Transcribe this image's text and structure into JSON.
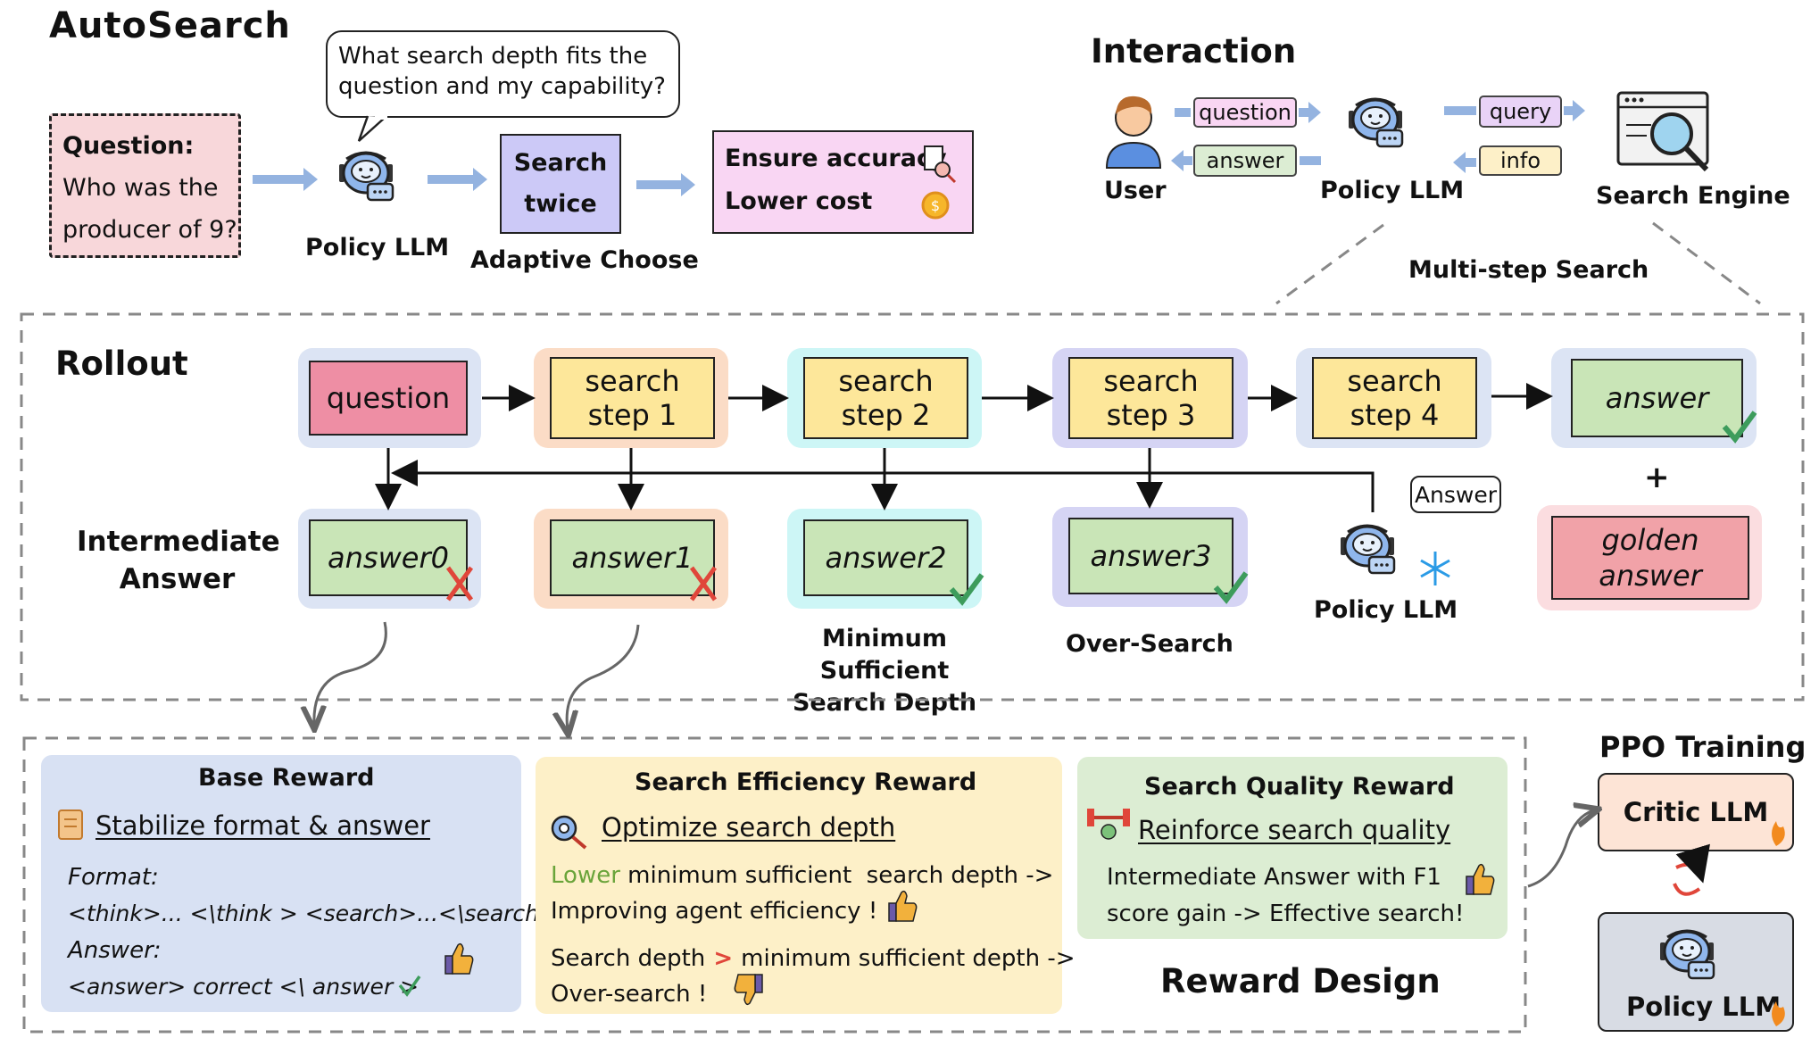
{
  "top": {
    "title": "AutoSearch",
    "question_label": "Question:",
    "question_lines": [
      "Who was the",
      "producer of 9?"
    ],
    "bubble_lines": [
      "What search depth fits the",
      "question and my capability?"
    ],
    "policy_label": "Policy LLM",
    "choose_lines": [
      "Search",
      "twice"
    ],
    "choose_label": "Adaptive Choose",
    "benefit_lines": [
      "Ensure accuracy",
      "Lower cost"
    ]
  },
  "interaction": {
    "title": "Interaction",
    "user_label": "User",
    "question_tag": "question",
    "answer_tag": "answer",
    "policy_label": "Policy LLM",
    "query_tag": "query",
    "info_tag": "info",
    "engine_label": "Search Engine",
    "multistep_label": "Multi-step Search"
  },
  "rollout": {
    "title": "Rollout",
    "steps": [
      {
        "lines": [
          "question"
        ]
      },
      {
        "lines": [
          "search",
          "step 1"
        ]
      },
      {
        "lines": [
          "search",
          "step 2"
        ]
      },
      {
        "lines": [
          "search",
          "step 3"
        ]
      },
      {
        "lines": [
          "search",
          "step 4"
        ]
      },
      {
        "lines": [
          "answer"
        ]
      }
    ],
    "intermediate_title_lines": [
      "Intermediate",
      "Answer"
    ],
    "answers": [
      "answer0",
      "answer1",
      "answer2",
      "answer3"
    ],
    "answer_marks": [
      "cross",
      "cross",
      "check",
      "check"
    ],
    "final_mark": "check",
    "plus": "+",
    "golden_lines": [
      "golden",
      "answer"
    ],
    "frozen_policy_label": "Policy LLM",
    "answer_bubble": "Answer",
    "min_depth_lines": [
      "Minimum Sufficient",
      "Search Depth"
    ],
    "over_search_label": "Over-Search"
  },
  "rewards": {
    "base": {
      "title": "Base Reward",
      "subtitle": "Stabilize format & answer",
      "lines": [
        "Format:",
        "<think>... <\\think > <search>...<\\search >",
        "Answer:",
        "<answer> correct <\\ answer >"
      ]
    },
    "efficiency": {
      "title": "Search Efficiency Reward",
      "subtitle": "Optimize search depth",
      "line1_highlight": "Lower",
      "line1_rest": " minimum sufficient  search depth ->",
      "line2": "Improving agent efficiency !",
      "line3_a": "Search depth",
      "line3_gt": " > ",
      "line3_b": "minimum sufficient  depth ->",
      "line4": "Over-search !"
    },
    "quality": {
      "title": "Search Quality Reward",
      "subtitle": "Reinforce search quality",
      "lines": [
        "Intermediate Answer with F1",
        "score gain -> Effective search!"
      ]
    },
    "design_title": "Reward Design"
  },
  "ppo": {
    "title": "PPO Training",
    "critic_label": "Critic LLM",
    "policy_label": "Policy LLM"
  },
  "colors": {
    "arrow_blue": "#94b3e0",
    "question_pink": "#f8d7da",
    "purple_box": "#ccc9f7",
    "benefit_pink": "#f9d6f3",
    "base_panel": "#d8e1f3",
    "eff_panel": "#fdf0c8",
    "quality_panel": "#dcedd3"
  }
}
